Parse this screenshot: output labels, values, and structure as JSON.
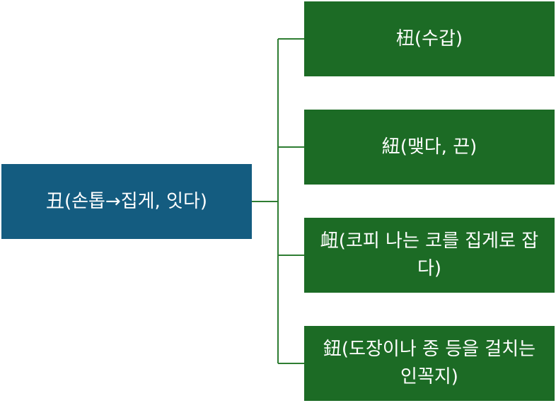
{
  "diagram": {
    "root": {
      "label": "丑(손톱→집게, 잇다)"
    },
    "children": [
      {
        "label": "杻(수갑)"
      },
      {
        "label": "紐(맺다, 끈)"
      },
      {
        "label": "衄(코피 나는 코를 집게로 잡다)"
      },
      {
        "label": "鈕(도장이나 종 등을 걸치는 인꼭지)"
      }
    ],
    "colors": {
      "root_fill": "#145c80",
      "child_fill": "#1c6b25",
      "connector": "#2e7d32",
      "text": "#ffffff"
    }
  }
}
